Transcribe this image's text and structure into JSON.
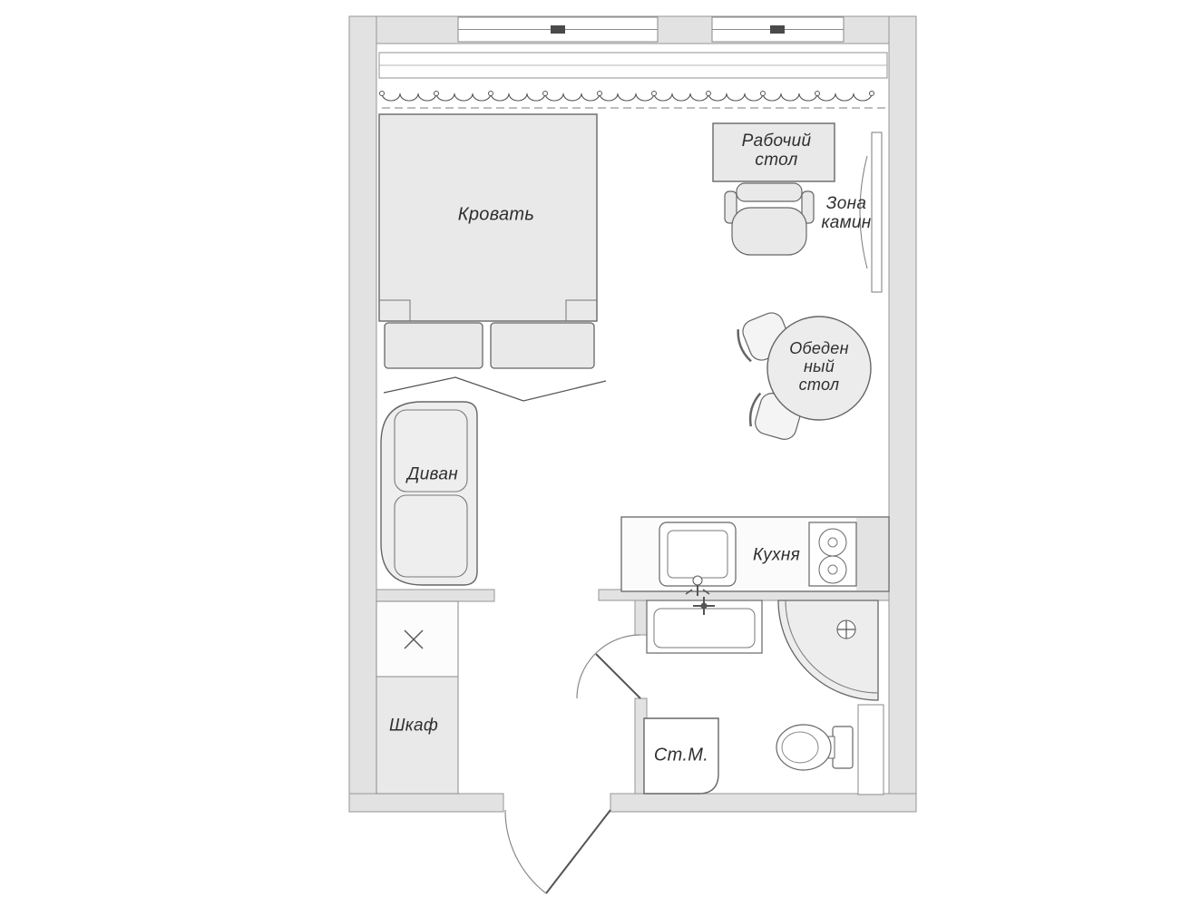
{
  "plan": {
    "type": "studio-apartment-floor-plan"
  },
  "labels": {
    "bed": "Кровать",
    "desk": [
      "Рабочий",
      "стол"
    ],
    "fireplace_zone": [
      "Зона",
      "камин"
    ],
    "dining_table": [
      "Обеден",
      "ный",
      "стол"
    ],
    "sofa": "Диван",
    "kitchen": "Кухня",
    "wardrobe": "Шкаф",
    "washing_machine": "Ст.М."
  },
  "colors": {
    "background": "#ffffff",
    "wall_fill": "#e2e2e2",
    "wall_stroke": "#969696",
    "furniture_fill": "#e9e9e9",
    "furniture_stroke": "#666666",
    "detail_stroke": "#555555",
    "label_color": "#2f2f2f"
  }
}
